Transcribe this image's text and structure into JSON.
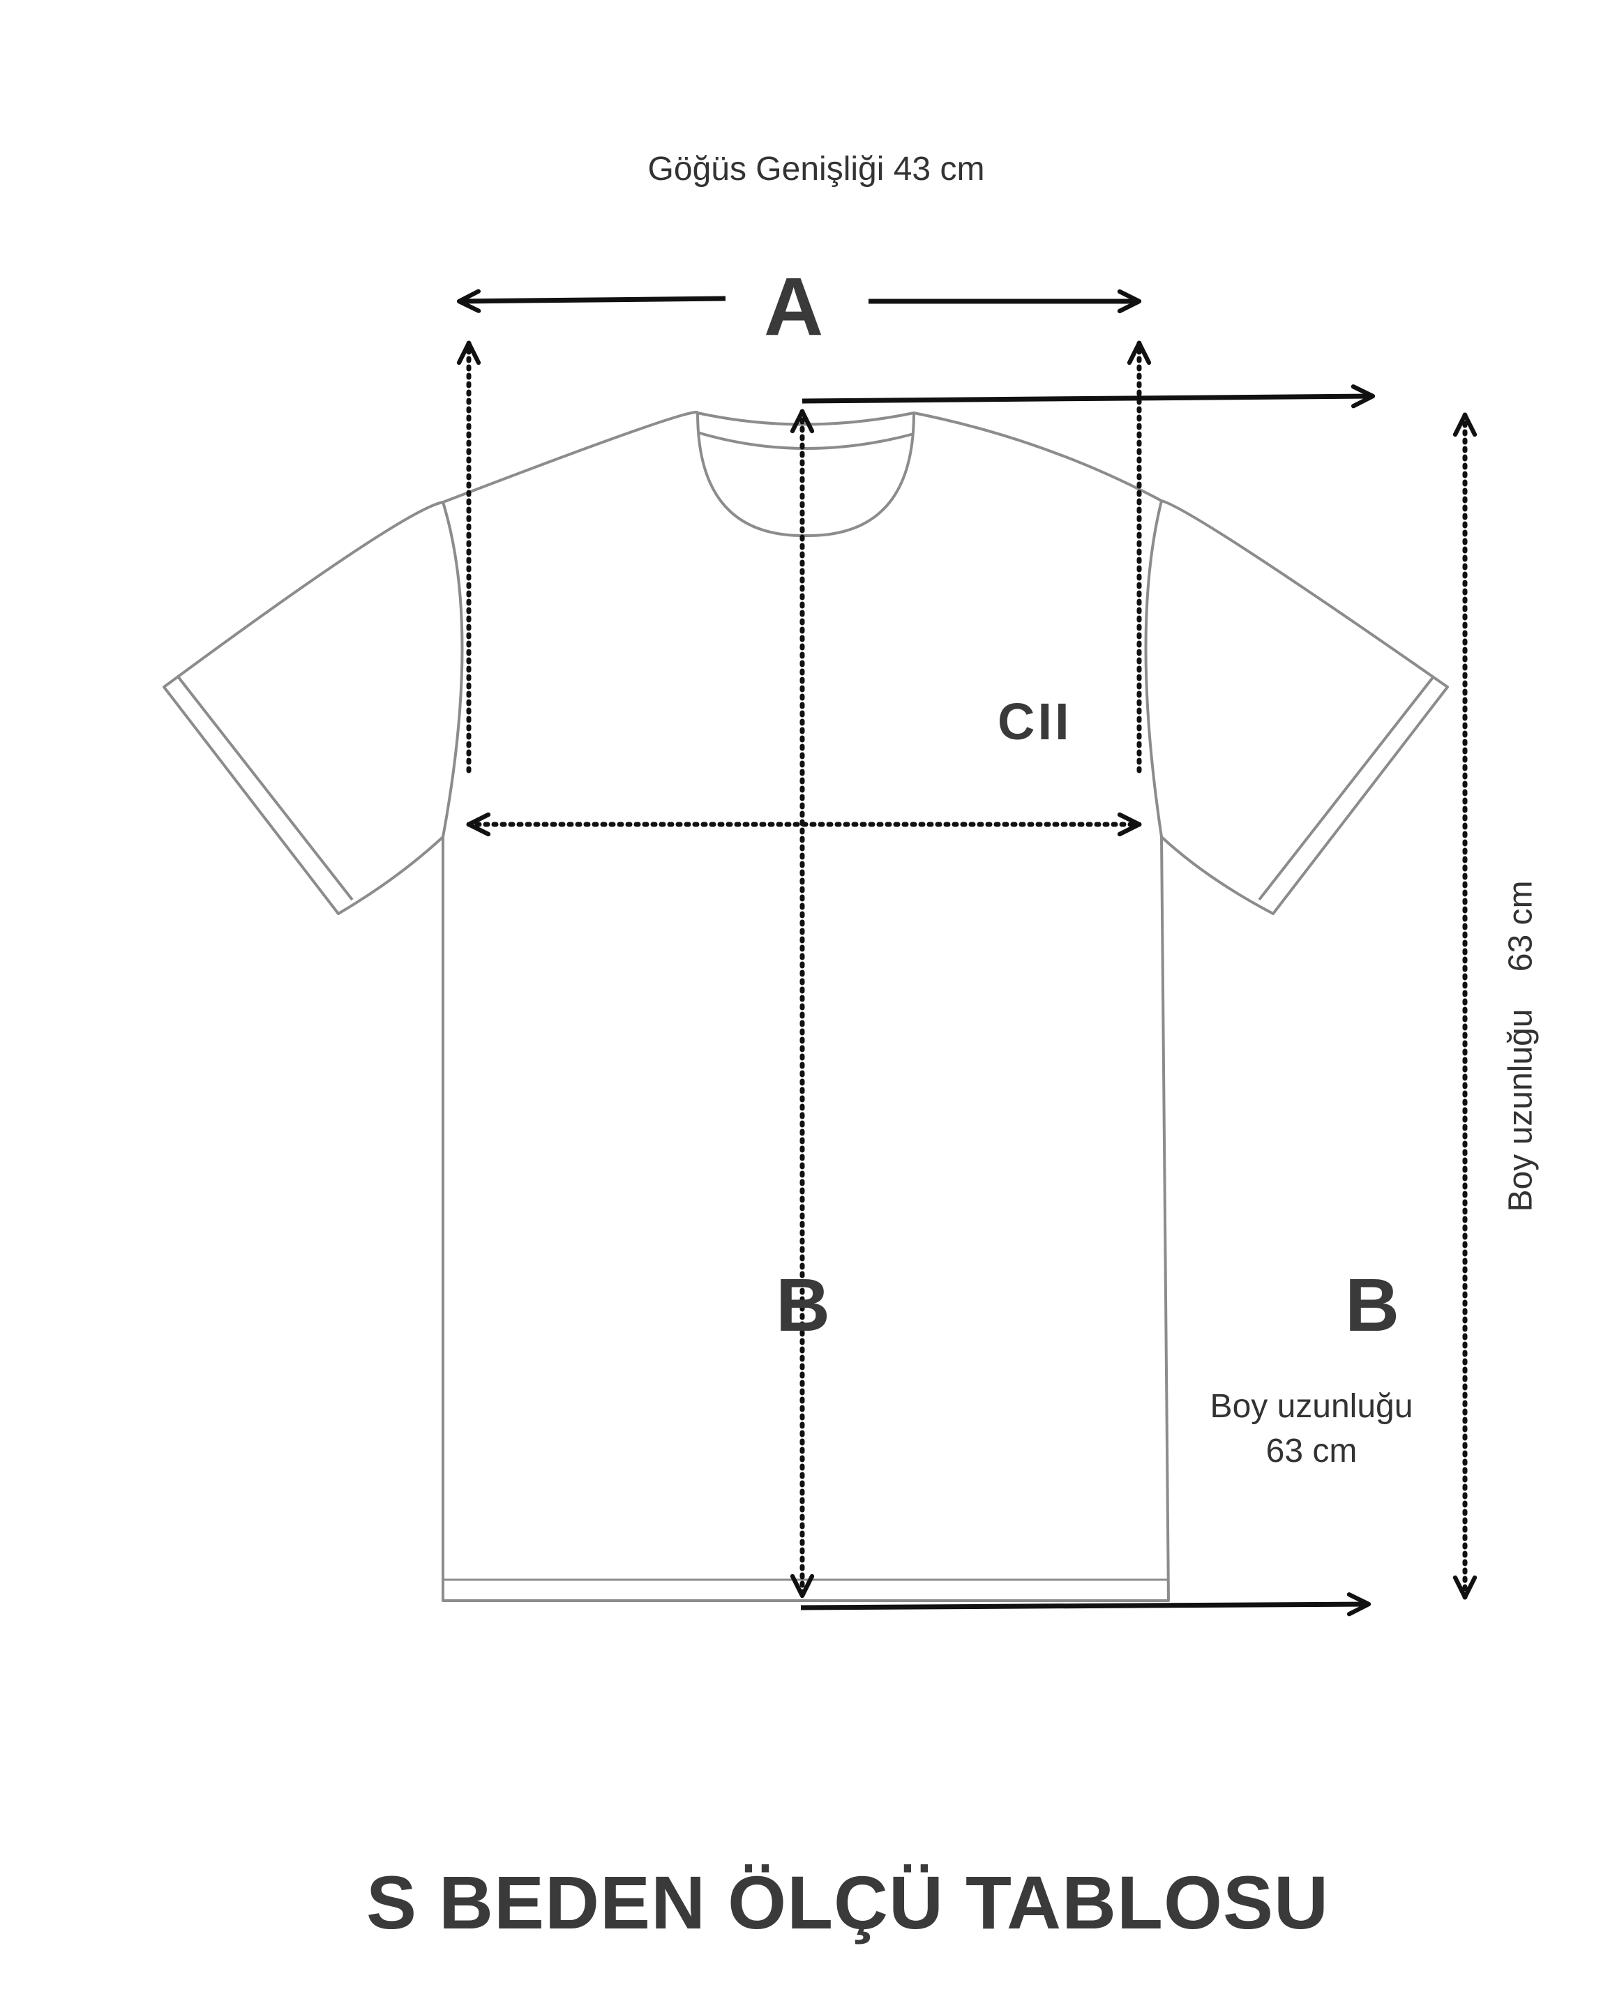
{
  "diagram": {
    "chest_caption": "Göğüs Genişliği 43 cm",
    "label_a": "A",
    "logo_text": "CII",
    "label_b_center": "B",
    "label_b_right": "B",
    "length_caption_line1": "Boy uzunluğu",
    "length_caption_line2": "63 cm",
    "vertical_caption": "Boy uzunluğu    63 cm",
    "title": "S BEDEN ÖLÇÜ TABLOSU"
  },
  "colors": {
    "outline": "#8c8c8c",
    "arrow": "#111111",
    "text": "#3a3a3a"
  }
}
